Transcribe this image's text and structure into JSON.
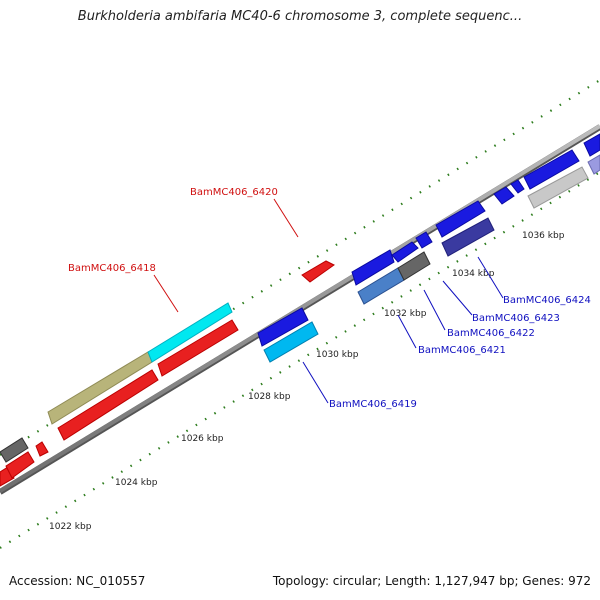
{
  "title": "Burkholderia ambifaria MC40-6 chromosome 3, complete sequenc...",
  "footer": {
    "accession": "Accession: NC_010557",
    "summary": "Topology: circular; Length: 1,127,947 bp; Genes: 972"
  },
  "colors": {
    "backbone": "#8a8a8a",
    "tick": "#2e7d1e",
    "label_red": "#d01010",
    "label_blue": "#1010c0"
  },
  "tick_labels": [
    "1022 kbp",
    "1024 kbp",
    "1026 kbp",
    "1028 kbp",
    "1030 kbp",
    "1032 kbp",
    "1034 kbp",
    "1036 kbp"
  ],
  "gene_labels": [
    {
      "text": "BamMC406_6420",
      "color": "red"
    },
    {
      "text": "BamMC406_6418",
      "color": "red"
    },
    {
      "text": "BamMC406_6419",
      "color": "blue"
    },
    {
      "text": "BamMC406_6421",
      "color": "blue"
    },
    {
      "text": "BamMC406_6422",
      "color": "blue"
    },
    {
      "text": "BamMC406_6423",
      "color": "blue"
    },
    {
      "text": "BamMC406_6424",
      "color": "blue"
    }
  ]
}
